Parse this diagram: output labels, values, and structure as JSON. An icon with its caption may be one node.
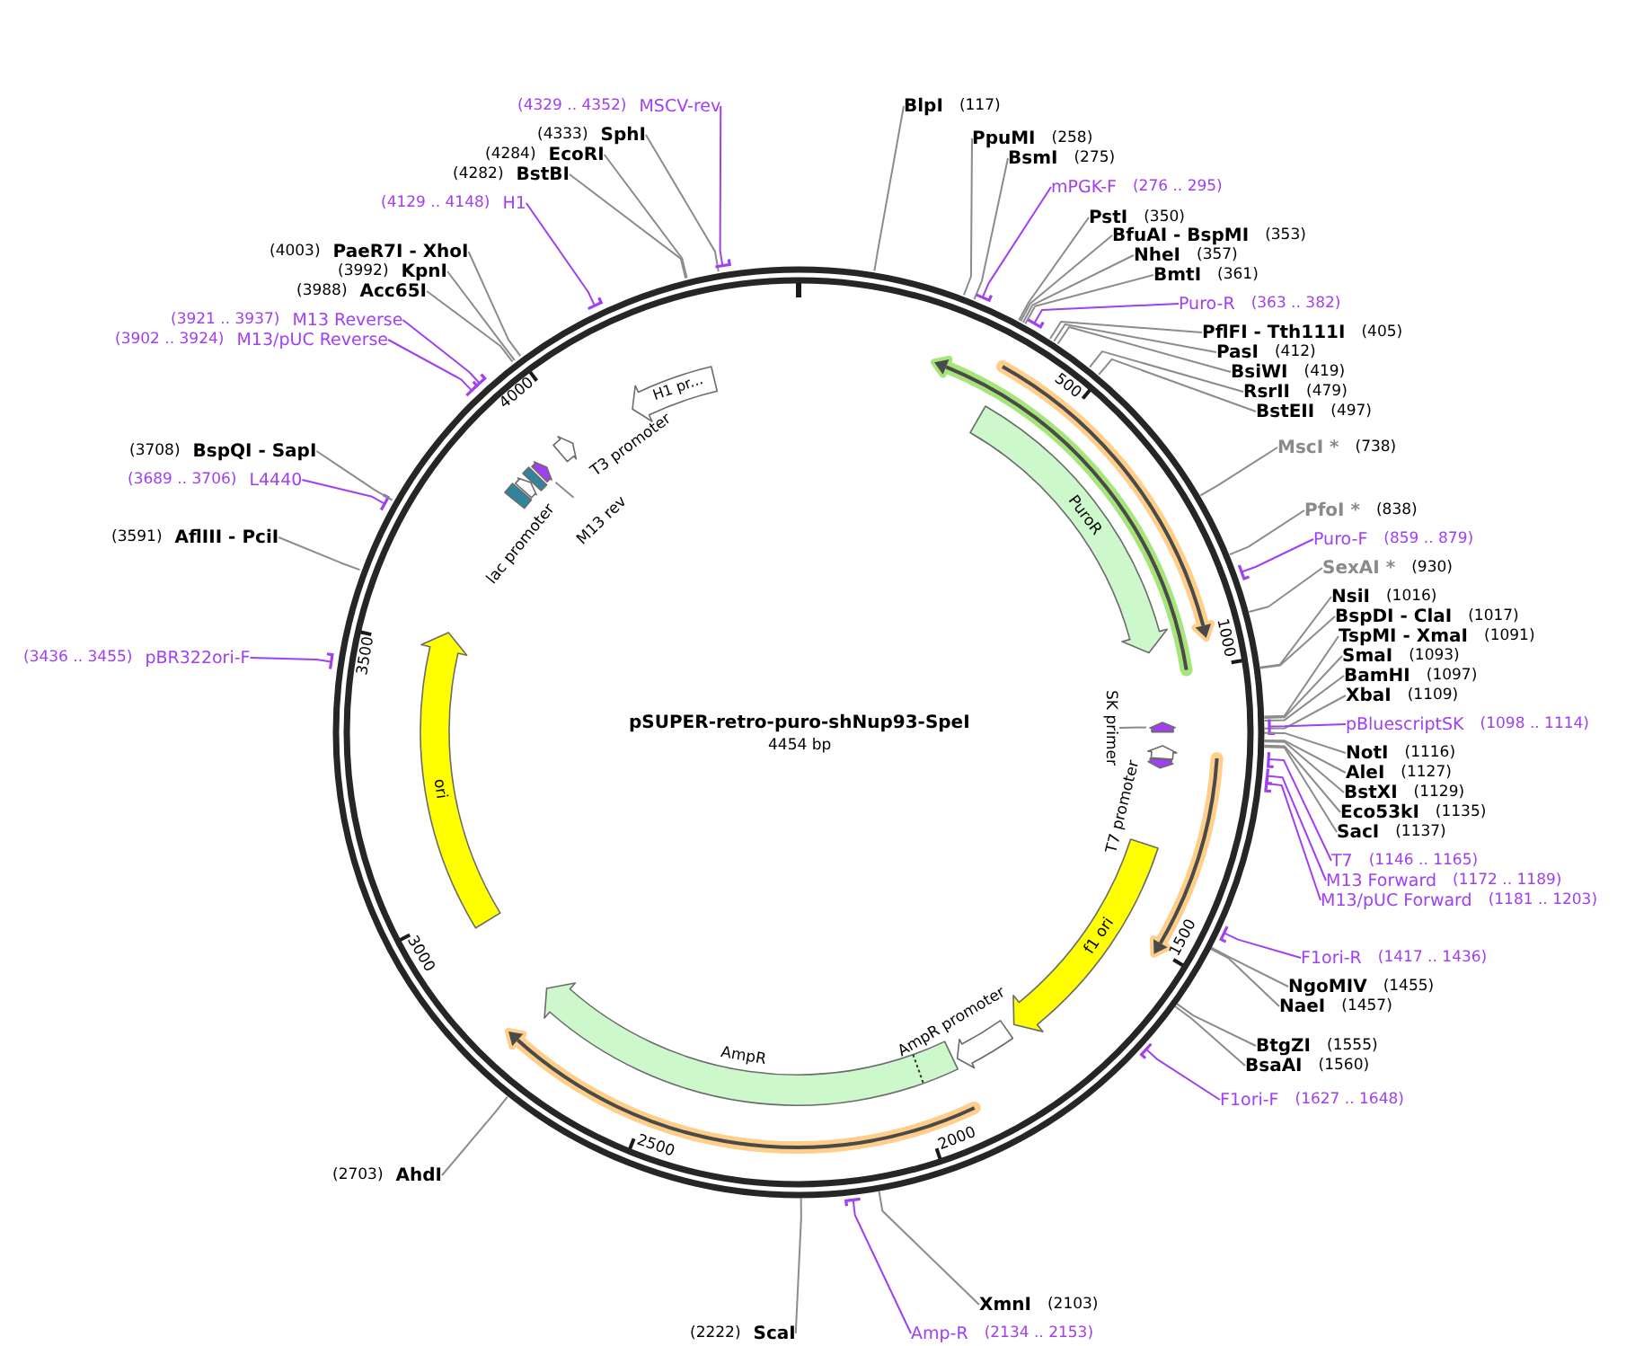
{
  "diagram": {
    "nodes": [
      {
        "text": [
          "pSUPER-retro-puro-shNup93-SpeI",
          "4454 bp"
        ]
      },
      {
        "text": [
          "PuroR"
        ],
        "in": 0
      },
      {
        "text": [
          "SK primer"
        ],
        "in": 0
      },
      {
        "text": [],
        "shape": "arrow",
        "in": 0
      },
      {
        "text": [
          "T7 promoter"
        ],
        "in": 0
      },
      {
        "text": [],
        "shape": "arrow",
        "in": 0
      },
      {
        "text": [
          "f1 ori"
        ],
        "in": 0
      },
      {
        "text": [
          "AmpR promoter"
        ],
        "in": 0
      },
      {
        "text": [
          "AmpR"
        ],
        "in": 0
      },
      {
        "text": [
          "ori"
        ],
        "in": 0
      },
      {
        "text": [],
        "shape": "box",
        "in": 0
      },
      {
        "text": [
          "lac promoter"
        ],
        "in": 0
      },
      {
        "text": [],
        "shape": "box",
        "in": 0
      },
      {
        "text": [],
        "shape": "arrow",
        "in": 0
      },
      {
        "text": [
          "M13 rev"
        ],
        "in": 0
      },
      {
        "text": [
          "T3 promoter"
        ],
        "in": 0
      },
      {
        "text": [
          "H1 pr..."
        ],
        "in": 0
      },
      {
        "text": [
          "BlpI",
          "(117)"
        ]
      },
      {
        "text": [
          "PpuMI",
          "(258)"
        ]
      },
      {
        "text": [
          "BsmI",
          "(275)"
        ]
      },
      {
        "text": [
          "mPGK-F",
          "(276 .. 295)"
        ]
      },
      {
        "text": [
          "PstI",
          "(350)"
        ]
      },
      {
        "text": [
          "BfuAI - BspMI",
          "(353)"
        ]
      },
      {
        "text": [
          "NheI",
          "(357)"
        ]
      },
      {
        "text": [
          "BmtI",
          "(361)"
        ]
      },
      {
        "text": [
          "Puro-R",
          "(363 .. 382)"
        ]
      },
      {
        "text": [
          "PflFI - Tth111I",
          "(405)"
        ]
      },
      {
        "text": [
          "PasI",
          "(412)"
        ]
      },
      {
        "text": [
          "BsiWI",
          "(419)"
        ]
      },
      {
        "text": [
          "RsrII",
          "(479)"
        ]
      },
      {
        "text": [
          "BstEII",
          "(497)"
        ]
      },
      {
        "text": [
          "MscI *",
          "(738)"
        ]
      },
      {
        "text": [
          "PfoI *",
          "(838)"
        ]
      },
      {
        "text": [
          "Puro-F",
          "(859 .. 879)"
        ]
      },
      {
        "text": [
          "SexAI *",
          "(930)"
        ]
      },
      {
        "text": [
          "NsiI",
          "(1016)"
        ]
      },
      {
        "text": [
          "BspDI - ClaI",
          "(1017)"
        ]
      },
      {
        "text": [
          "TspMI - XmaI",
          "(1091)"
        ]
      },
      {
        "text": [
          "SmaI",
          "(1093)"
        ]
      },
      {
        "text": [
          "BamHI",
          "(1097)"
        ]
      },
      {
        "text": [
          "XbaI",
          "(1109)"
        ]
      },
      {
        "text": [
          "pBluescriptSK",
          "(1098 .. 1114)"
        ]
      },
      {
        "text": [
          "NotI",
          "(1116)"
        ]
      },
      {
        "text": [
          "AleI",
          "(1127)"
        ]
      },
      {
        "text": [
          "BstXI",
          "(1129)"
        ]
      },
      {
        "text": [
          "Eco53kI",
          "(1135)"
        ]
      },
      {
        "text": [
          "SacI",
          "(1137)"
        ]
      },
      {
        "text": [
          "T7",
          "(1146 .. 1165)"
        ]
      },
      {
        "text": [
          "M13 Forward",
          "(1172 .. 1189)"
        ]
      },
      {
        "text": [
          "M13/pUC Forward",
          "(1181 .. 1203)"
        ]
      },
      {
        "text": [
          "F1ori-R",
          "(1417 .. 1436)"
        ]
      },
      {
        "text": [
          "NgoMIV",
          "(1455)"
        ]
      },
      {
        "text": [
          "NaeI",
          "(1457)"
        ]
      },
      {
        "text": [
          "BtgZI",
          "(1555)"
        ]
      },
      {
        "text": [
          "BsaAI",
          "(1560)"
        ]
      },
      {
        "text": [
          "F1ori-F",
          "(1627 .. 1648)"
        ]
      },
      {
        "text": [
          "XmnI",
          "(2103)"
        ]
      },
      {
        "text": [
          "Amp-R",
          "(2134 .. 2153)"
        ]
      },
      {
        "text": [
          "(2222)",
          "ScaI"
        ]
      },
      {
        "text": [
          "(2703)",
          "AhdI"
        ]
      },
      {
        "text": [
          "(3436 .. 3455)",
          "pBR322ori-F"
        ]
      },
      {
        "text": [
          "(3591)",
          "AflIII - PciI"
        ]
      },
      {
        "text": [
          "(3689 .. 3706)",
          "L4440"
        ]
      },
      {
        "text": [
          "(3708)",
          "BspQI - SapI"
        ]
      },
      {
        "text": [
          "(3902 .. 3924)",
          "M13/pUC Reverse"
        ]
      },
      {
        "text": [
          "(3921 .. 3937)",
          "M13 Reverse"
        ]
      },
      {
        "text": [
          "(3988)",
          "Acc65I"
        ]
      },
      {
        "text": [
          "(3992)",
          "KpnI"
        ]
      },
      {
        "text": [
          "(4003)",
          "PaeR7I - XhoI"
        ]
      },
      {
        "text": [
          "(4129 .. 4148)",
          "H1"
        ]
      },
      {
        "text": [
          "(4282)",
          "BstBI"
        ]
      },
      {
        "text": [
          "(4284)",
          "EcoRI"
        ]
      },
      {
        "text": [
          "(4333)",
          "SphI"
        ]
      },
      {
        "text": [
          "(4329 .. 4352)",
          "MSCV-rev"
        ]
      }
    ],
    "edges": [
      {
        "from": 2,
        "to": 3,
        "arrow": "none"
      },
      {
        "from": 14,
        "to": 13,
        "arrow": "none"
      },
      {
        "from": 17,
        "to": 0,
        "arrow": "none"
      },
      {
        "from": 18,
        "to": 0,
        "arrow": "none"
      },
      {
        "from": 19,
        "to": 0,
        "arrow": "none"
      },
      {
        "from": 20,
        "to": 0,
        "arrow": "other",
        "color": "#a040f0"
      },
      {
        "from": 21,
        "to": 0,
        "arrow": "none"
      },
      {
        "from": 22,
        "to": 0,
        "arrow": "none"
      },
      {
        "from": 23,
        "to": 0,
        "arrow": "none"
      },
      {
        "from": 24,
        "to": 0,
        "arrow": "none"
      },
      {
        "from": 25,
        "to": 0,
        "arrow": "other",
        "color": "#a040f0"
      },
      {
        "from": 26,
        "to": 0,
        "arrow": "none"
      },
      {
        "from": 27,
        "to": 0,
        "arrow": "none"
      },
      {
        "from": 28,
        "to": 0,
        "arrow": "none"
      },
      {
        "from": 29,
        "to": 0,
        "arrow": "none"
      },
      {
        "from": 30,
        "to": 0,
        "arrow": "none"
      },
      {
        "from": 31,
        "to": 0,
        "arrow": "none"
      },
      {
        "from": 32,
        "to": 0,
        "arrow": "none"
      },
      {
        "from": 33,
        "to": 0,
        "arrow": "other",
        "color": "#a040f0"
      },
      {
        "from": 34,
        "to": 0,
        "arrow": "none"
      },
      {
        "from": 35,
        "to": 0,
        "arrow": "none"
      },
      {
        "from": 36,
        "to": 0,
        "arrow": "none"
      },
      {
        "from": 37,
        "to": 0,
        "arrow": "none"
      },
      {
        "from": 38,
        "to": 0,
        "arrow": "none"
      },
      {
        "from": 39,
        "to": 0,
        "arrow": "none"
      },
      {
        "from": 40,
        "to": 0,
        "arrow": "none"
      },
      {
        "from": 41,
        "to": 0,
        "arrow": "other",
        "color": "#a040f0"
      },
      {
        "from": 42,
        "to": 0,
        "arrow": "none"
      },
      {
        "from": 43,
        "to": 0,
        "arrow": "none"
      },
      {
        "from": 44,
        "to": 0,
        "arrow": "none"
      },
      {
        "from": 45,
        "to": 0,
        "arrow": "none"
      },
      {
        "from": 46,
        "to": 0,
        "arrow": "none"
      },
      {
        "from": 47,
        "to": 0,
        "arrow": "other",
        "color": "#a040f0"
      },
      {
        "from": 48,
        "to": 0,
        "arrow": "other",
        "color": "#a040f0"
      },
      {
        "from": 49,
        "to": 0,
        "arrow": "other",
        "color": "#a040f0"
      },
      {
        "from": 50,
        "to": 0,
        "arrow": "other",
        "color": "#a040f0"
      },
      {
        "from": 51,
        "to": 0,
        "arrow": "none"
      },
      {
        "from": 52,
        "to": 0,
        "arrow": "none"
      },
      {
        "from": 53,
        "to": 0,
        "arrow": "none"
      },
      {
        "from": 54,
        "to": 0,
        "arrow": "none"
      },
      {
        "from": 55,
        "to": 0,
        "arrow": "other",
        "color": "#a040f0"
      },
      {
        "from": 56,
        "to": 0,
        "arrow": "none"
      },
      {
        "from": 57,
        "to": 0,
        "arrow": "other",
        "color": "#a040f0"
      },
      {
        "from": 58,
        "to": 0,
        "arrow": "none"
      },
      {
        "from": 59,
        "to": 0,
        "arrow": "none"
      },
      {
        "from": 60,
        "to": 0,
        "arrow": "other",
        "color": "#a040f0"
      },
      {
        "from": 61,
        "to": 0,
        "arrow": "none"
      },
      {
        "from": 62,
        "to": 0,
        "arrow": "other",
        "color": "#a040f0"
      },
      {
        "from": 63,
        "to": 0,
        "arrow": "none"
      },
      {
        "from": 64,
        "to": 0,
        "arrow": "other",
        "color": "#a040f0"
      },
      {
        "from": 65,
        "to": 0,
        "arrow": "other",
        "color": "#a040f0"
      },
      {
        "from": 66,
        "to": 0,
        "arrow": "none"
      },
      {
        "from": 67,
        "to": 0,
        "arrow": "none"
      },
      {
        "from": 68,
        "to": 0,
        "arrow": "none"
      },
      {
        "from": 69,
        "to": 0,
        "arrow": "other",
        "color": "#a040f0"
      },
      {
        "from": 70,
        "to": 0,
        "arrow": "none"
      },
      {
        "from": 71,
        "to": 0,
        "arrow": "none"
      },
      {
        "from": 72,
        "to": 0,
        "arrow": "none"
      },
      {
        "from": 73,
        "to": 0,
        "arrow": "other",
        "color": "#a040f0"
      }
    ],
    "labels": [
      "500",
      "1000",
      "1500",
      "2000",
      "2500",
      "3000",
      "3500",
      "4000"
    ]
  }
}
